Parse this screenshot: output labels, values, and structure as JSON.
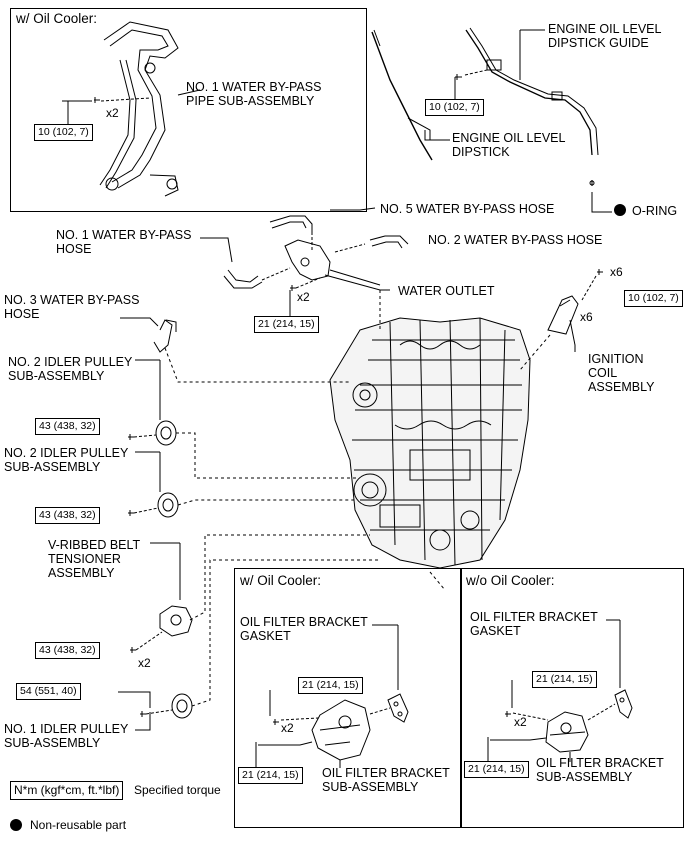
{
  "frames": {
    "oil_cooler_top": "w/ Oil Cooler:",
    "oil_cooler_bottom": "w/ Oil Cooler:",
    "no_oil_cooler": "w/o Oil Cooler:"
  },
  "labels": {
    "bypass_pipe": "NO. 1 WATER BY-PASS\nPIPE SUB-ASSEMBLY",
    "dipstick_guide": "ENGINE OIL LEVEL\nDIPSTICK GUIDE",
    "dipstick": "ENGINE OIL LEVEL\nDIPSTICK",
    "o_ring": "O-RING",
    "bypass_hose5": "NO. 5 WATER BY-PASS HOSE",
    "bypass_hose2": "NO. 2 WATER BY-PASS HOSE",
    "bypass_hose1": "NO. 1 WATER BY-PASS\nHOSE",
    "water_outlet": "WATER OUTLET",
    "bypass_hose3": "NO. 3 WATER BY-PASS\nHOSE",
    "idler2_a": "NO. 2 IDLER PULLEY\nSUB-ASSEMBLY",
    "idler2_b": "NO. 2 IDLER PULLEY\nSUB-ASSEMBLY",
    "ignition_coil": "IGNITION\nCOIL\nASSEMBLY",
    "tensioner": "V-RIBBED BELT\nTENSIONER\nASSEMBLY",
    "idler1": "NO. 1 IDLER PULLEY\nSUB-ASSEMBLY",
    "gasket_a": "OIL FILTER BRACKET\nGASKET",
    "gasket_b": "OIL FILTER BRACKET\nGASKET",
    "bracket_a": "OIL FILTER BRACKET\nSUB-ASSEMBLY",
    "bracket_b": "OIL FILTER BRACKET\nSUB-ASSEMBLY",
    "torque_legend_unit": "N*m (kgf*cm, ft.*lbf)",
    "torque_legend_text": "Specified torque",
    "nonreusable_legend": "Non-reusable part"
  },
  "torques": {
    "pipe": "10 (102, 7)",
    "guide": "10 (102, 7)",
    "coil": "10 (102, 7)",
    "water_outlet": "21 (214, 15)",
    "idler2_a": "43 (438, 32)",
    "idler2_b": "43 (438, 32)",
    "tensioner": "43 (438, 32)",
    "idler1": "54 (551, 40)",
    "bracket_a_top": "21 (214, 15)",
    "bracket_a_bottom": "21 (214, 15)",
    "bracket_b_top": "21 (214, 15)",
    "bracket_b_bottom": "21 (214, 15)"
  },
  "multipliers": {
    "pipe": "x2",
    "water_outlet": "x2",
    "coil_bolt": "x6",
    "coil": "x6",
    "tensioner": "x2",
    "bracket_a": "x2",
    "bracket_b": "x2"
  }
}
